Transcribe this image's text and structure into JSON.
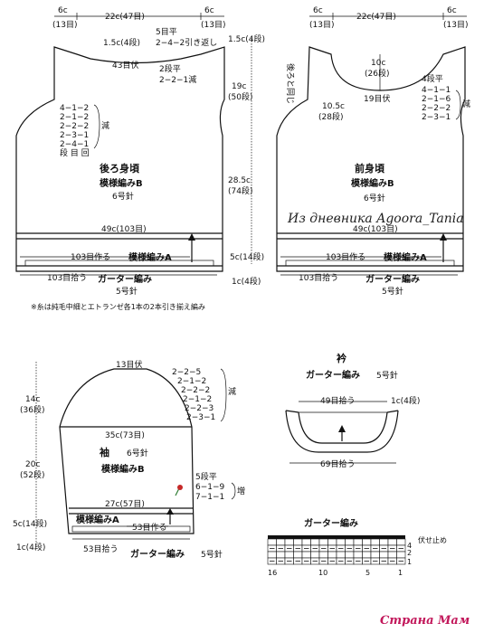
{
  "back": {
    "top_left": "6c",
    "top_left_rows": "(13目)",
    "top_mid": "22c(47目)",
    "top_right": "6c",
    "top_right_rows": "(13目)",
    "shoulder_drop": "1.5c(4段)",
    "neck_flat": "5目平",
    "neck_dec1": "2−4−2引き返し",
    "neck_bind": "43目伏",
    "neck_flat2": "2段平",
    "neck_dec2": "2−2−1減",
    "arm_dec": [
      "4−1−2",
      "2−1−2",
      "2−2−2",
      "2−3−1",
      "2−4−1"
    ],
    "arm_dec_header": "段 目 回",
    "arm_dec_label": "減",
    "title": "後ろ身頃",
    "pattern": "模様編みB",
    "needle": "6号針",
    "width": "49c(103目)",
    "cast_on": "103目作る",
    "band_pattern": "模様編みA",
    "pickup": "103目拾う",
    "garter": "ガーター編み",
    "garter_needle": "5号針"
  },
  "front": {
    "top_left": "6c",
    "top_left_rows": "(13目)",
    "top_mid": "22c(47目)",
    "top_right": "6c",
    "top_right_rows": "(13目)",
    "neck_depth": "10c",
    "neck_depth_rows": "(26段)",
    "same_as_back": "後ろと同じ",
    "neck_rows": "4段平",
    "neck_dec": [
      "2−1−6",
      "2−2−2",
      "2−3−1"
    ],
    "neck_dec_first": "4−1−1",
    "neck_dec_label": "減",
    "neck_width": "10.5c",
    "neck_width_rows": "(28段)",
    "center_bind": "19目伏",
    "title": "前身頃",
    "pattern": "模様編みB",
    "needle": "6号針",
    "width": "49c(103目)",
    "cast_on": "103目作る",
    "band_pattern": "模様編みA",
    "pickup": "103目拾う",
    "garter": "ガーター編み",
    "garter_needle": "5号針"
  },
  "middle_dims": {
    "shoulder": "1.5c(4段)",
    "armhole": "19c",
    "armhole_rows": "(50段)",
    "side": "28.5c",
    "side_rows": "(74段)",
    "band": "5c(14段)",
    "garter_band": "1c(4段)"
  },
  "watermark": "Из дневника Agoora_Tania",
  "note": "※糸は純毛中細とエトランゼ各1本の2本引き揃え編み",
  "sleeve": {
    "top_bind": "13目伏",
    "cap_dec": [
      "2−2−5",
      "2−1−2",
      "2−2−2",
      "2−1−2",
      "2−2−3",
      "2−3−1"
    ],
    "cap_dec_label": "減",
    "cap_height": "14c",
    "cap_rows": "(36段)",
    "width": "35c(73目)",
    "title": "袖",
    "needle": "6号針",
    "pattern": "模様編みB",
    "body_len": "20c",
    "body_rows": "(52段)",
    "flat": "5段平",
    "inc": [
      "6−1−9",
      "7−1−1"
    ],
    "inc_label": "増",
    "cuff_width": "27c(57目)",
    "band_pattern": "模様編みA",
    "cast_on": "53目作る",
    "band": "5c(14段)",
    "garter_band": "1c(4段)",
    "pickup": "53目拾う",
    "garter": "ガーター編み",
    "garter_needle": "5号針"
  },
  "collar": {
    "title": "衿",
    "garter": "ガーター編み",
    "needle": "5号針",
    "pickup_top": "49目拾う",
    "rows": "1c(4段)",
    "pickup_bottom": "69目拾う"
  },
  "chart": {
    "title": "ガーター編み",
    "bind_off": "伏せ止め",
    "row_top": "4",
    "row_mid": "2",
    "row_bot": "1",
    "col_labels": [
      "16",
      "10",
      "5",
      "1"
    ]
  },
  "logo": "Страна Мам"
}
